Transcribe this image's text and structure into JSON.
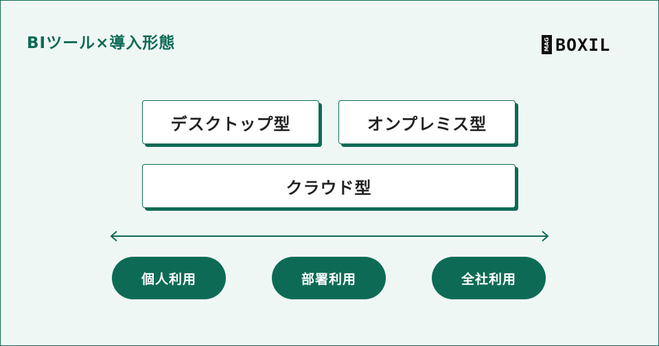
{
  "title": "BIツール×導入形態",
  "logo": {
    "badge": "MAG",
    "text": "BOXIL"
  },
  "types": {
    "desktop": "デスクトップ型",
    "onpremise": "オンプレミス型",
    "cloud": "クラウド型"
  },
  "scopes": {
    "individual": "個人利用",
    "department": "部署利用",
    "company": "全社利用"
  },
  "colors": {
    "accent": "#0d6b55",
    "background": "#eff7f5",
    "box": "#ffffff",
    "text": "#222222"
  }
}
